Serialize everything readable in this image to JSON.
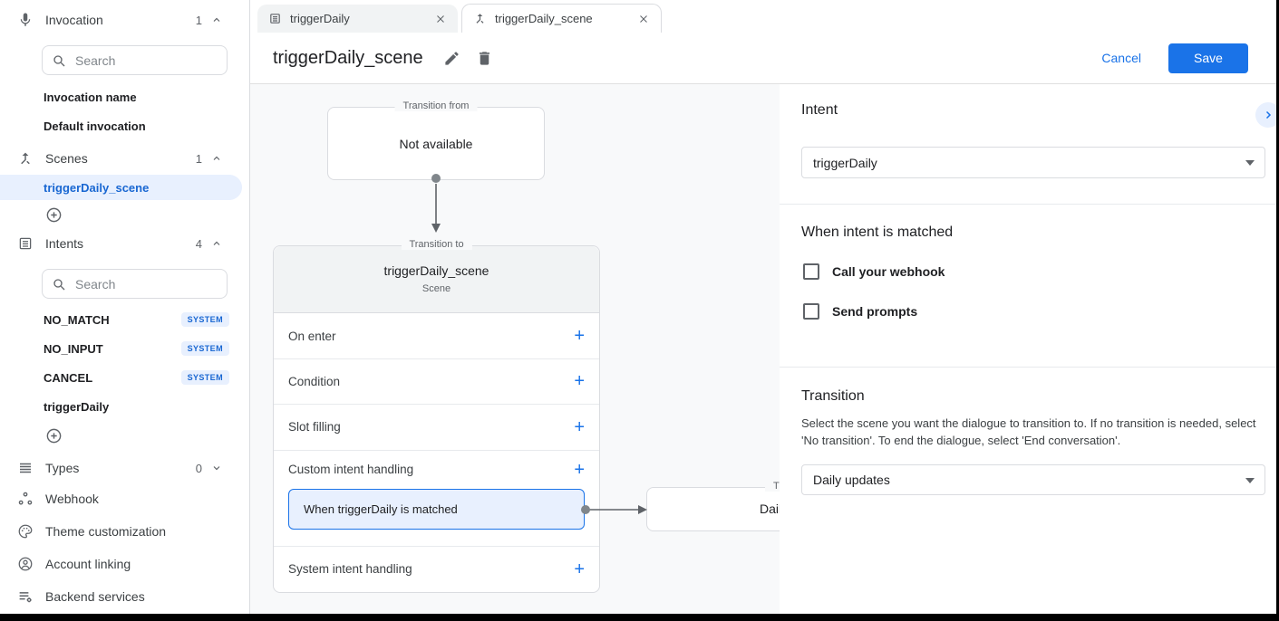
{
  "colors": {
    "accent": "#1a73e8",
    "accent_dark": "#1967d2",
    "selection_bg": "#e8f0fe",
    "canvas_bg": "#f8f9fa"
  },
  "sidebar": {
    "invocation": {
      "label": "Invocation",
      "count": "1",
      "search_placeholder": "Search",
      "items": [
        {
          "label": "Invocation name"
        },
        {
          "label": "Default invocation"
        }
      ]
    },
    "scenes": {
      "label": "Scenes",
      "count": "1",
      "items": [
        {
          "label": "triggerDaily_scene",
          "selected": true
        }
      ]
    },
    "intents": {
      "label": "Intents",
      "count": "4",
      "search_placeholder": "Search",
      "items": [
        {
          "label": "NO_MATCH",
          "badge": "SYSTEM"
        },
        {
          "label": "NO_INPUT",
          "badge": "SYSTEM"
        },
        {
          "label": "CANCEL",
          "badge": "SYSTEM"
        },
        {
          "label": "triggerDaily"
        }
      ]
    },
    "types": {
      "label": "Types",
      "count": "0"
    },
    "links": [
      {
        "label": "Webhook"
      },
      {
        "label": "Theme customization"
      },
      {
        "label": "Account linking"
      },
      {
        "label": "Backend services"
      }
    ]
  },
  "tabs": [
    {
      "label": "triggerDaily"
    },
    {
      "label": "triggerDaily_scene",
      "active": true
    }
  ],
  "header": {
    "title": "triggerDaily_scene",
    "cancel_label": "Cancel",
    "save_label": "Save"
  },
  "canvas": {
    "transition_from": {
      "legend": "Transition from",
      "content": "Not available"
    },
    "transition_to": {
      "legend": "Transition to",
      "title": "triggerDaily_scene",
      "subtitle": "Scene",
      "rows": [
        {
          "label": "On enter"
        },
        {
          "label": "Condition"
        },
        {
          "label": "Slot filling"
        },
        {
          "label": "Custom intent handling"
        },
        {
          "label": "System intent handling"
        }
      ],
      "custom_item": "When triggerDaily is matched",
      "add_label": "+"
    },
    "clipped_box": {
      "legend_visible": "Tr",
      "content_visible": "Dail"
    }
  },
  "panel": {
    "intent_heading": "Intent",
    "intent_value": "triggerDaily",
    "matched_heading": "When intent is matched",
    "checkboxes": [
      {
        "label": "Call your webhook",
        "checked": false
      },
      {
        "label": "Send prompts",
        "checked": false
      }
    ],
    "transition_heading": "Transition",
    "transition_description": "Select the scene you want the dialogue to transition to. If no transition is needed, select 'No transition'. To end the dialogue, select 'End conversation'.",
    "transition_value": "Daily updates"
  }
}
